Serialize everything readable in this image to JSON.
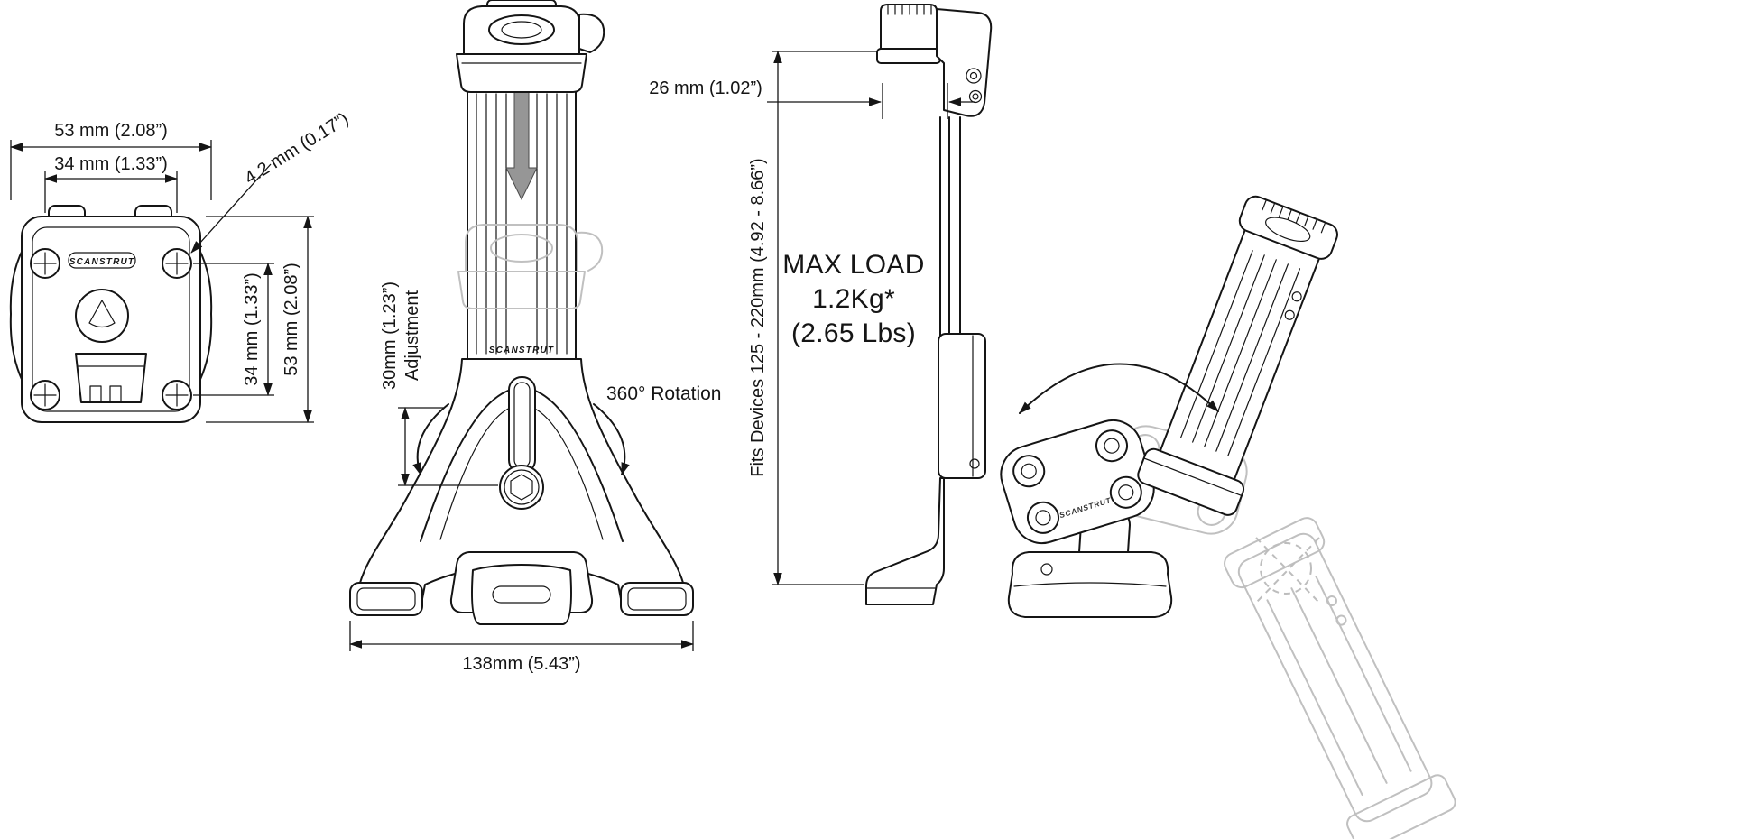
{
  "diagram": {
    "back_plate": {
      "brand": "SCANSTRUT",
      "width_outer": "53 mm (2.08”)",
      "width_inner": "34 mm (1.33”)",
      "hole_dia": "4.2 mm (0.17”)",
      "height_inner": "34 mm (1.33”)",
      "height_outer": "53 mm (2.08”)"
    },
    "front": {
      "brand": "SCANSTRUT",
      "adjustment_dim": "30mm (1.23”)",
      "adjustment_label": "Adjustment",
      "rotation_label": "360° Rotation",
      "base_width": "138mm (5.43”)"
    },
    "side": {
      "clamp_depth": "26 mm (1.02”)",
      "fits_devices": "Fits Devices 125 - 220mm (4.92 - 8.66”)",
      "max_load_1": "MAX LOAD",
      "max_load_2": "1.2Kg*",
      "max_load_3": "(2.65 Lbs)"
    },
    "angled": {
      "brand": "SCANSTRUT"
    }
  }
}
